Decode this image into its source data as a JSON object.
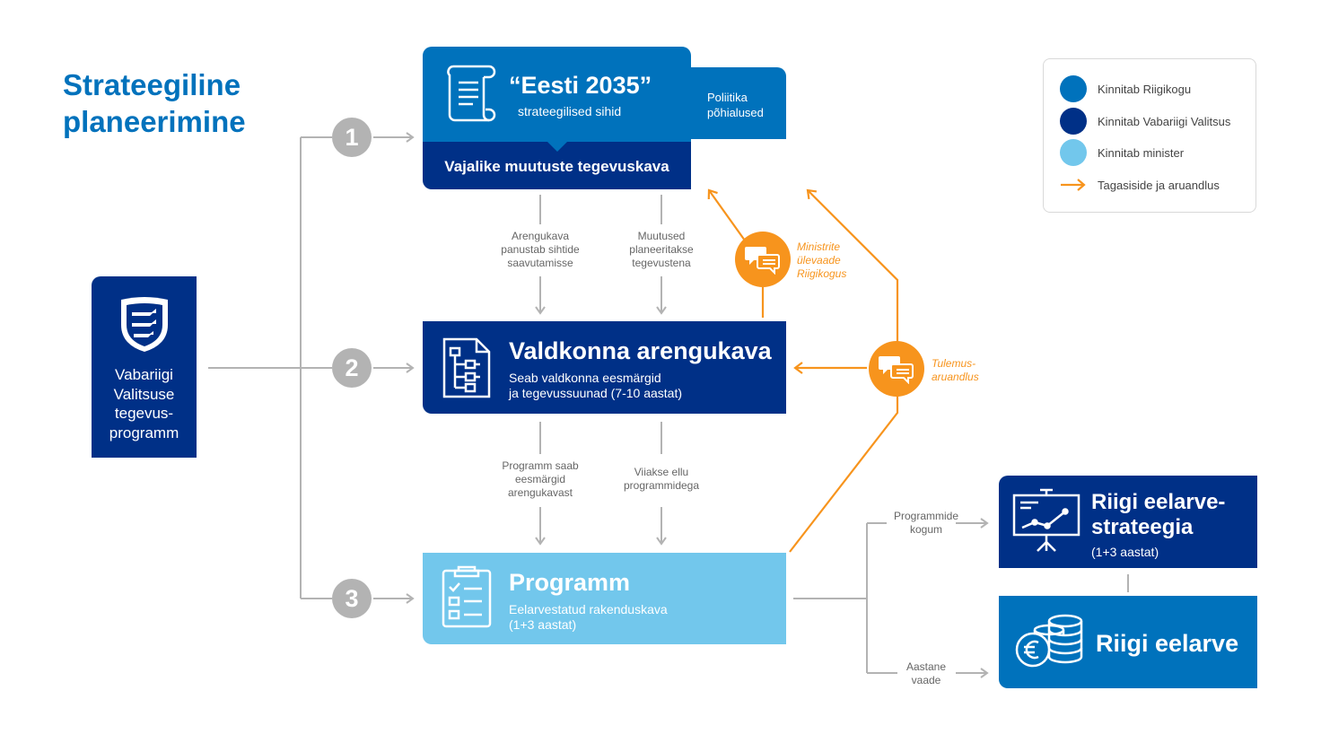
{
  "title": {
    "line1": "Strateegiline",
    "line2": "planeerimine"
  },
  "gov_box": {
    "label_lines": [
      "Vabariigi",
      "Valitsuse",
      "tegevus-",
      "programm"
    ],
    "icon": "estonian-coat-of-arms-icon"
  },
  "steps": [
    "1",
    "2",
    "3"
  ],
  "eesti": {
    "title": "“Eesti 2035”",
    "subtitle": "strateegilised sihid",
    "action_plan": "Vajalike muutuste tegevuskava",
    "icon": "scroll-icon"
  },
  "policy": {
    "line1": "Poliitika",
    "line2": "põhialused"
  },
  "arengukava": {
    "title": "Valdkonna arengukava",
    "line1": "Seab valdkonna eesmärgid",
    "line2": "ja tegevussuunad (7-10 aastat)",
    "icon": "org-chart-icon"
  },
  "programm": {
    "title": "Programm",
    "line1": "Eelarvestatud rakenduskava",
    "line2": "(1+3 aastat)",
    "icon": "checklist-icon"
  },
  "strateegia": {
    "line1": "Riigi eelarve-",
    "line2": "strateegia",
    "line3": "(1+3 aastat)",
    "icon": "presentation-board-icon"
  },
  "eelarve": {
    "title": "Riigi eelarve",
    "icon": "euro-coins-icon"
  },
  "notes": {
    "n1": [
      "Arengukava",
      "panustab sihtide",
      "saavutamisse"
    ],
    "n2": [
      "Muutused",
      "planeeritakse",
      "tegevustena"
    ],
    "n3": [
      "Programm saab",
      "eesmärgid",
      "arengukavast"
    ],
    "n4": [
      "Viiakse ellu",
      "programmidega"
    ],
    "n5": [
      "Programmide",
      "kogum"
    ],
    "n6": [
      "Aastane",
      "vaade"
    ]
  },
  "orange_notes": {
    "ministers": [
      "Ministrite",
      "ülevaade",
      "Riigikogus"
    ],
    "results": [
      "Tulemus-",
      "aruandlus"
    ]
  },
  "legend": [
    {
      "label": "Kinnitab Riigikogu",
      "color": "#0072bc"
    },
    {
      "label": "Kinnitab Vabariigi Valitsus",
      "color": "#003087"
    },
    {
      "label": "Kinnitab minister",
      "color": "#72c7ec"
    },
    {
      "label": "Tagasiside ja aruandlus",
      "color": "#f7941d"
    }
  ],
  "colors": {
    "riigikogu": "#0072bc",
    "valitsus": "#003087",
    "minister": "#72c7ec",
    "feedback": "#f7941d",
    "connector": "#b3b3b3"
  }
}
